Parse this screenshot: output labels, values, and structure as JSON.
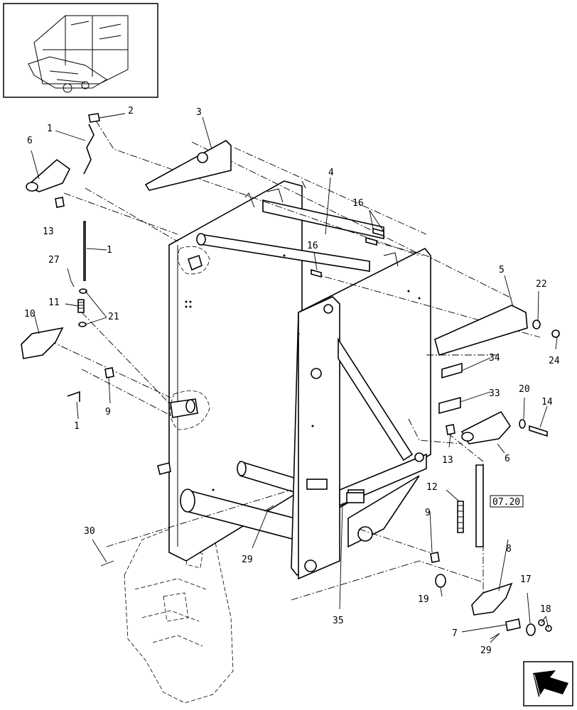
{
  "callouts": [
    {
      "id": "c1a",
      "text": "1"
    },
    {
      "id": "c1b",
      "text": "1"
    },
    {
      "id": "c1c",
      "text": "1"
    },
    {
      "id": "c2",
      "text": "2"
    },
    {
      "id": "c3",
      "text": "3"
    },
    {
      "id": "c4",
      "text": "4"
    },
    {
      "id": "c5",
      "text": "5"
    },
    {
      "id": "c6a",
      "text": "6"
    },
    {
      "id": "c6b",
      "text": "6"
    },
    {
      "id": "c7",
      "text": "7"
    },
    {
      "id": "c8",
      "text": "8"
    },
    {
      "id": "c9a",
      "text": "9"
    },
    {
      "id": "c9b",
      "text": "9"
    },
    {
      "id": "c10",
      "text": "10"
    },
    {
      "id": "c11",
      "text": "11"
    },
    {
      "id": "c12",
      "text": "12"
    },
    {
      "id": "c13a",
      "text": "13"
    },
    {
      "id": "c13b",
      "text": "13"
    },
    {
      "id": "c14",
      "text": "14"
    },
    {
      "id": "c16a",
      "text": "16"
    },
    {
      "id": "c16b",
      "text": "16"
    },
    {
      "id": "c17",
      "text": "17"
    },
    {
      "id": "c18",
      "text": "18"
    },
    {
      "id": "c19",
      "text": "19"
    },
    {
      "id": "c20",
      "text": "20"
    },
    {
      "id": "c21",
      "text": "21"
    },
    {
      "id": "c22",
      "text": "22"
    },
    {
      "id": "c24",
      "text": "24"
    },
    {
      "id": "c27",
      "text": "27"
    },
    {
      "id": "c29a",
      "text": "29"
    },
    {
      "id": "c29b",
      "text": "29"
    },
    {
      "id": "c30",
      "text": "30"
    },
    {
      "id": "c33",
      "text": "33"
    },
    {
      "id": "c34",
      "text": "34"
    },
    {
      "id": "c35",
      "text": "35"
    }
  ],
  "reference_box": "07.20"
}
